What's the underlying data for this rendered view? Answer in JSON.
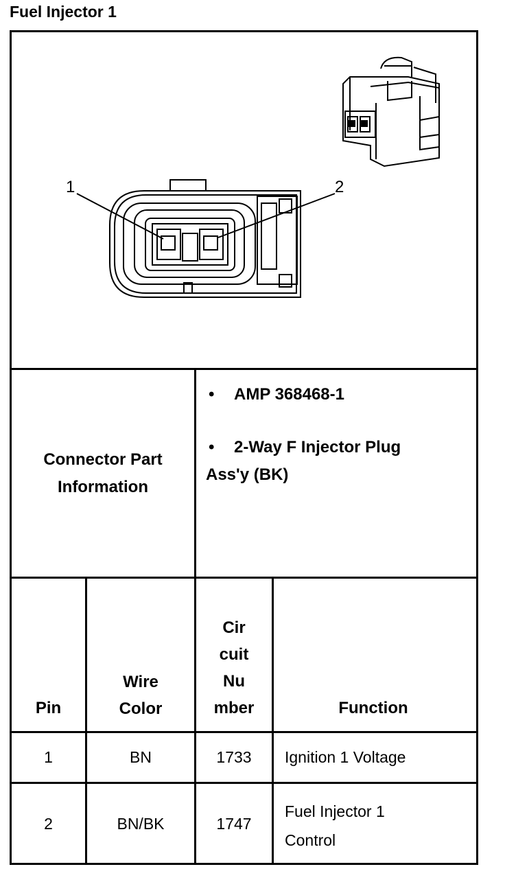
{
  "title": "Fuel Injector 1",
  "diagram": {
    "pin_labels": [
      "1",
      "2"
    ]
  },
  "connector_info": {
    "label_line1": "Connector Part",
    "label_line2": "Information",
    "bullet": "•",
    "item1": "AMP 368468-1",
    "item2_line1": "2-Way F Injector Plug",
    "item2_line2": "Ass'y (BK)"
  },
  "table": {
    "headers": {
      "pin": "Pin",
      "wire_color_1": "Wire",
      "wire_color_2": "Color",
      "circuit_1": "Cir",
      "circuit_2": "cuit",
      "circuit_3": "Nu",
      "circuit_4": "mber",
      "function": "Function"
    },
    "rows": [
      {
        "pin": "1",
        "wire_color": "BN",
        "circuit": "1733",
        "function_1": "Ignition 1 Voltage",
        "function_2": ""
      },
      {
        "pin": "2",
        "wire_color": "BN/BK",
        "circuit": "1747",
        "function_1": "Fuel Injector 1",
        "function_2": "Control"
      }
    ]
  }
}
